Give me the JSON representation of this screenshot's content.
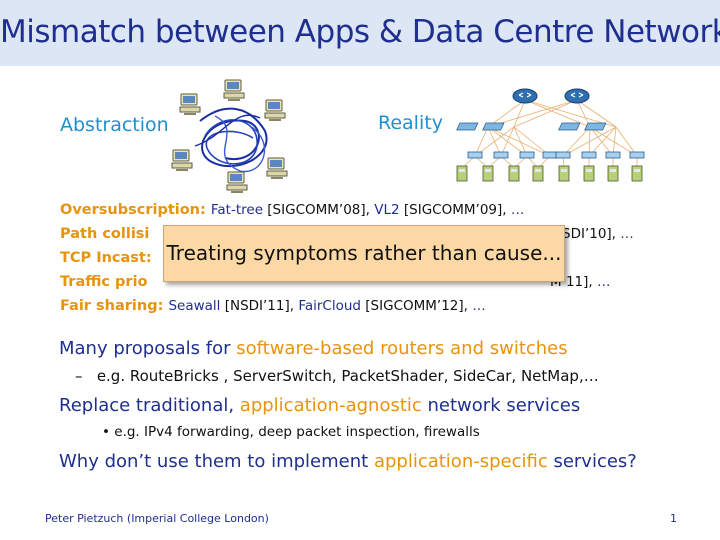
{
  "title": "Mismatch between Apps & Data Centre Network",
  "labels": {
    "abstraction": "Abstraction",
    "reality": "Reality"
  },
  "refs": [
    {
      "key": "Oversubscription",
      "sep": ": ",
      "items": [
        {
          "n": "Fat-tree",
          "c": " [SIGCOMM’08], "
        },
        {
          "n": "VL2",
          "c": " [SIGCOMM’09], "
        },
        {
          "n": "…",
          "c": ""
        }
      ]
    },
    {
      "key": "Path collisi",
      "sep": "",
      "items": [
        {
          "n": "",
          "c": "SDI’10], "
        },
        {
          "n": "…",
          "c": ""
        }
      ]
    },
    {
      "key": "TCP Incast",
      "sep": ":",
      "items": []
    },
    {
      "key": "Traffic prio",
      "sep": "",
      "items": [
        {
          "n": "",
          "c": "M’11], "
        },
        {
          "n": "…",
          "c": ""
        }
      ]
    },
    {
      "key": "Fair sharing",
      "sep": ": ",
      "items": [
        {
          "n": "Seawall",
          "c": " [NSDI’11], "
        },
        {
          "n": "FairCloud",
          "c": " [SIGCOMM’12], "
        },
        {
          "n": "…",
          "c": ""
        }
      ]
    }
  ],
  "callout": "Treating symptoms rather than cause...",
  "bullets": {
    "b1a": "Many proposals for ",
    "b1b": "software-based routers and switches",
    "b2dash": "–",
    "b2": "e.g. RouteBricks , ServerSwitch, PacketShader, SideCar, NetMap,…",
    "b3a": "Replace traditional, ",
    "b3b": "application-agnostic",
    "b3c": " network services",
    "b4dot": "•",
    "b4": "e.g. IPv4 forwarding, deep packet inspection, firewalls",
    "b5a": "Why don’t use them to implement ",
    "b5b": "application-specific",
    "b5c": " services?"
  },
  "footer": {
    "author": "Peter Pietzuch (Imperial College London)",
    "page": "1"
  },
  "icons": [
    "computer-icon",
    "router-icon",
    "switch-icon",
    "server-icon"
  ],
  "colors": {
    "title": "#1f2f8f",
    "accent": "#e8930c",
    "label": "#1f8fd0",
    "callout_bg": "#fcd9a4",
    "title_bar": "#dce6f4"
  }
}
